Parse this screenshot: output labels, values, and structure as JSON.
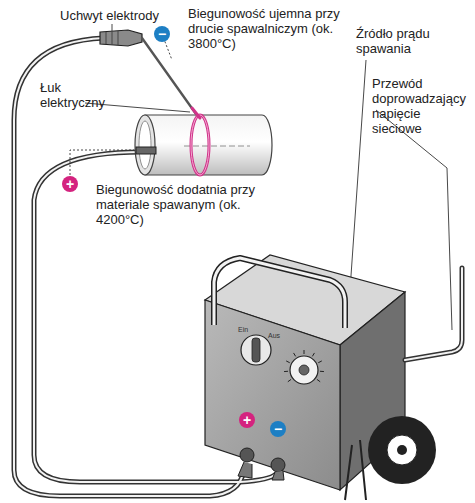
{
  "diagram": {
    "labels": [
      "Uchwyt elektrody",
      "−",
      "Biegunowość ujemna przy drucie spawalniczym (ok. 3800°C)",
      "Łuk elektryczny",
      "Źródło prądu spawania",
      "Przewód doprowadzający napięcie sieciowe",
      "+",
      "Biegunowość dodatnia przy materiale spawanym (ok. 4200°C)",
      "Ein",
      "Aus",
      "+",
      "−"
    ]
  }
}
